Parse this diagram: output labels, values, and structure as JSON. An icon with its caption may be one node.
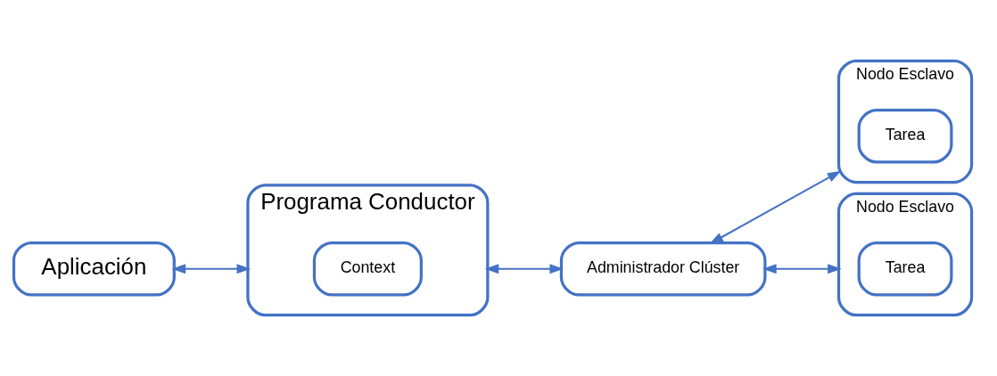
{
  "diagram": {
    "nodes": [
      {
        "text": [
          "Aplicación"
        ]
      },
      {
        "text": [
          "Programa Conductor"
        ]
      },
      {
        "text": [
          "Context"
        ],
        "in": 1
      },
      {
        "text": [
          "Administrador Clúster"
        ]
      },
      {
        "text": [
          "Nodo Esclavo"
        ]
      },
      {
        "text": [
          "Tarea"
        ],
        "in": 4
      },
      {
        "text": [
          "Nodo Esclavo"
        ]
      },
      {
        "text": [
          "Tarea"
        ],
        "in": 6
      }
    ],
    "edges": [
      {
        "from": 0,
        "to": 1,
        "arrow": "both"
      },
      {
        "from": 1,
        "to": 3,
        "arrow": "both"
      },
      {
        "from": 3,
        "to": 4,
        "arrow": "both"
      },
      {
        "from": 3,
        "to": 6,
        "arrow": "both"
      }
    ]
  }
}
